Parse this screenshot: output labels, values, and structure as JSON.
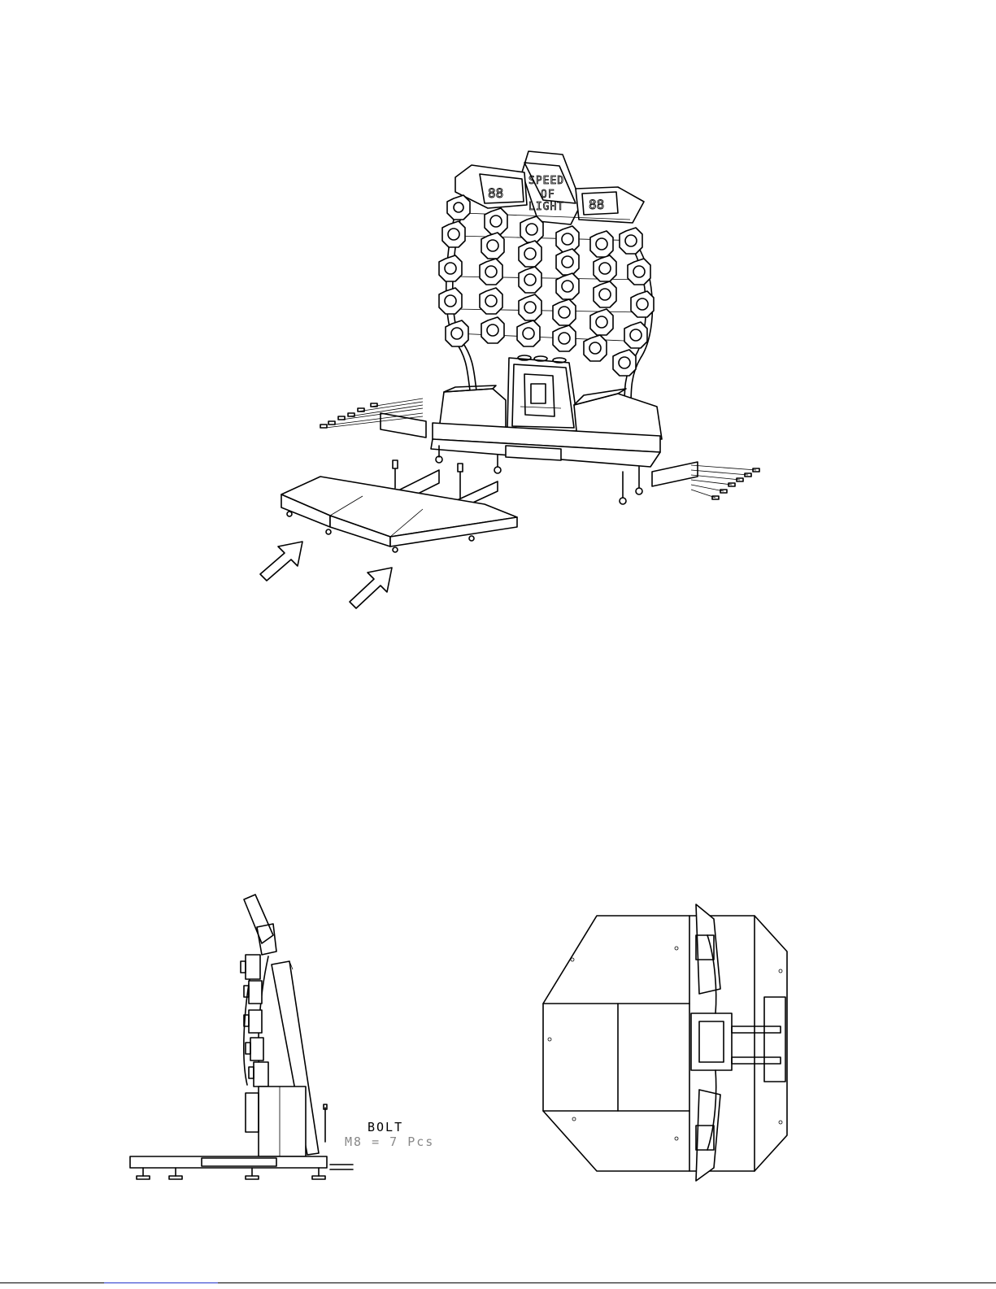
{
  "views": {
    "iso": {
      "sign": [
        "SPEED",
        "OF",
        "LIGHT"
      ],
      "left_display": "88",
      "right_display": "88"
    },
    "side": {
      "bolt_title": "BOLT",
      "bolt_spec": "M8 = 7 Pcs"
    }
  },
  "footer": {
    "link_color": "#2233cc"
  }
}
